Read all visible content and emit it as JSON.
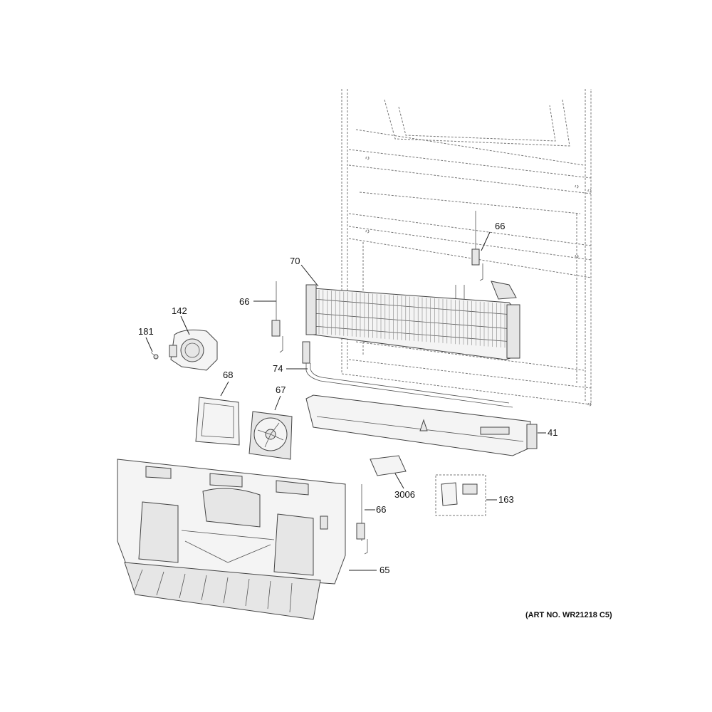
{
  "callouts": {
    "c66_top": "66",
    "c70": "70",
    "c66_left": "66",
    "c142": "142",
    "c181": "181",
    "c74": "74",
    "c68": "68",
    "c67": "67",
    "c41": "41",
    "c3006": "3006",
    "c163": "163",
    "c66_bottom": "66",
    "c65": "65"
  },
  "art_no": "(ART NO. WR21218 C5)",
  "colors": {
    "line": "#444444",
    "fill": "#f4f4f4",
    "dashed": "#777777"
  }
}
